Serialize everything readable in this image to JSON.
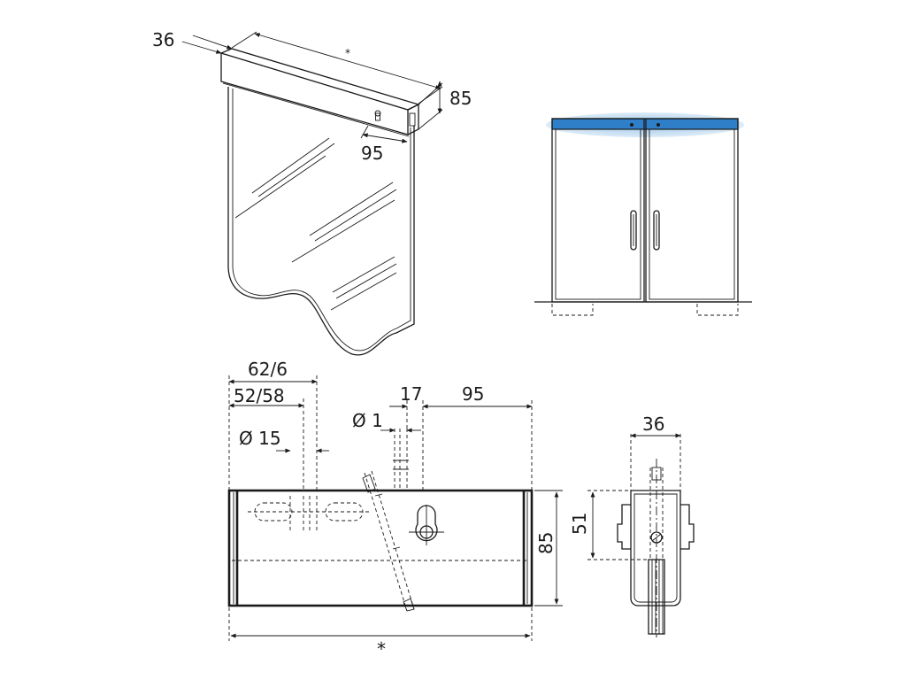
{
  "colors": {
    "line": "#1a1a1a",
    "highlight": "#2f7fc8",
    "highlight_glow": "#bcd8ef"
  },
  "iso": {
    "depth": "36",
    "length": "*",
    "height": "85",
    "offset": "95"
  },
  "front": {
    "d_62_6": "62/6",
    "d_52_58": "52/58",
    "d_15": "Ø 15",
    "d_17": "17",
    "d_95": "95",
    "d_1": "Ø 1",
    "d_85": "85",
    "d_length": "*"
  },
  "side": {
    "d_36": "36",
    "d_51": "51"
  }
}
